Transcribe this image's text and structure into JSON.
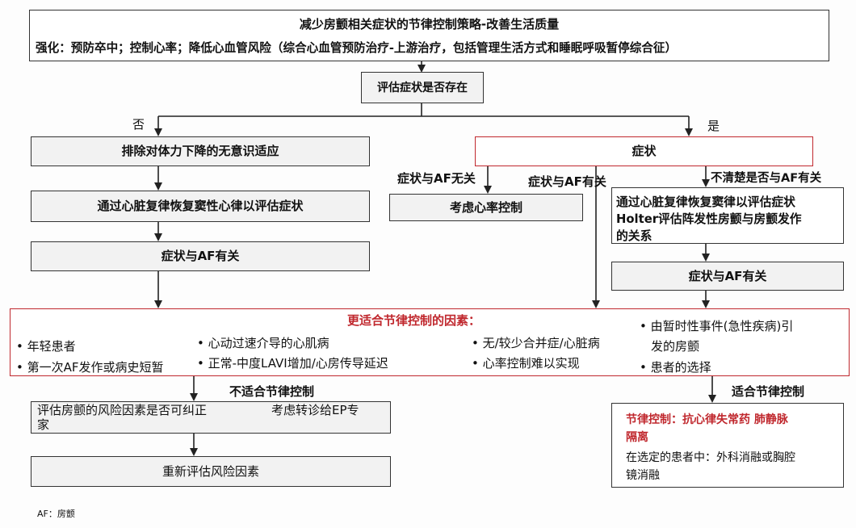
{
  "header": {
    "title": "减少房颤相关症状的节律控制策略-改善生活质量",
    "subtitle": "强化：预防卒中；控制心率；降低心血管风险（综合心血管预防治疗-上游治疗，包括管理生活方式和睡眠呼吸暂停综合征）"
  },
  "assess": "评估症状是否存在",
  "no_label": "否",
  "yes_label": "是",
  "left": {
    "step1": "排除对体力下降的无意识适应",
    "step2": "通过心脏复律恢复窦性心律以评估症状",
    "step3": "症状与AF有关"
  },
  "symptom": "症状",
  "branch_labels": {
    "unrelated": "症状与AF无关",
    "related": "症状与AF有关",
    "unclear": "不清楚是否与AF有关"
  },
  "rate_control": "考虑心率控制",
  "right": {
    "eval_line1": "通过心脏复律恢复窦律以评估症状",
    "eval_line2": "Holter评估阵发性房颤与房颤发作",
    "eval_line3": "的关系",
    "related": "症状与AF有关"
  },
  "factors": {
    "title": "更适合节律控制的因素：",
    "col1": [
      "• 年轻患者",
      "• 第一次AF发作或病史短暂"
    ],
    "col2": [
      "• 心动过速介导的心肌病",
      "• 正常-中度LAVI增加/心房传导延迟"
    ],
    "col3": [
      "• 无/较少合并症/心脏病",
      "• 心率控制难以实现"
    ],
    "col4_line1": "• 由暂时性事件(急性疾病)引",
    "col4_line2": "发的房颤",
    "col4_line3": "• 患者的选择"
  },
  "not_suitable": "不适合节律控制",
  "suitable": "适合节律控制",
  "bottom_left": {
    "eval_line1": "评估房颤的风险因素是否可纠正",
    "eval_line2": "家",
    "ep_referral": "考虑转诊给EP专",
    "reassess": "重新评估风险因素"
  },
  "bottom_right": {
    "line1": "节律控制：抗心律失常药    肺静脉",
    "line2": "隔离",
    "line3": "在选定的患者中：外科消融或胸腔",
    "line4": "镜消融"
  },
  "footnote": "AF：房颤"
}
